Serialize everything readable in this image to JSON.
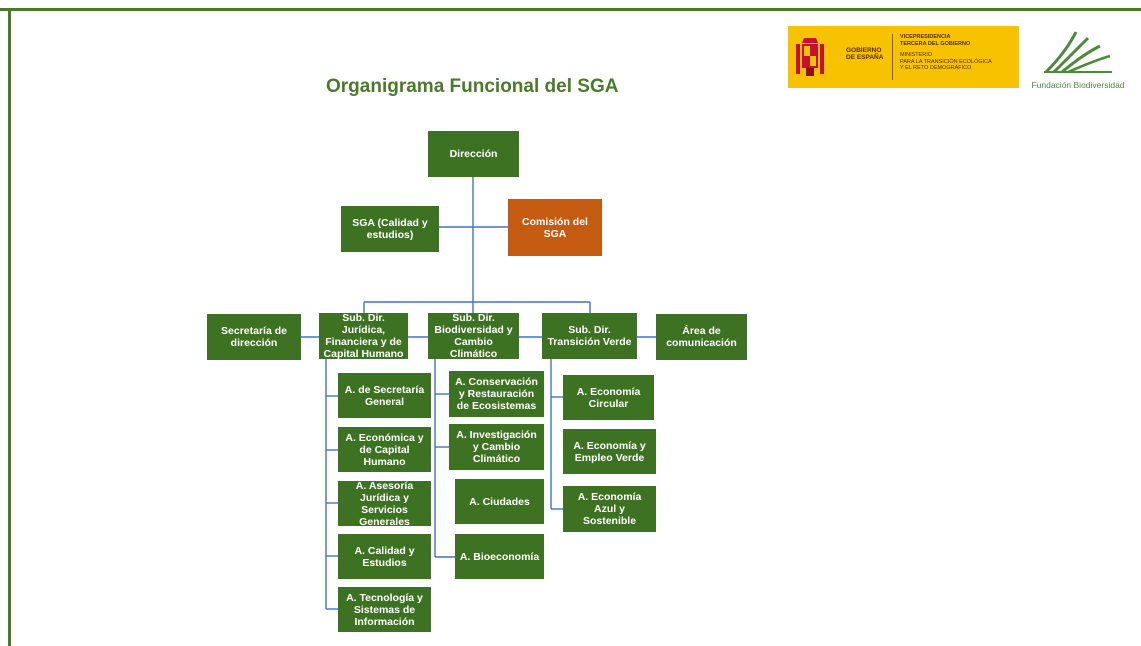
{
  "title": "Organigrama Funcional del SGA",
  "logos": {
    "gobierno": "GOBIERNO\nDE ESPAÑA",
    "vicepresidencia": "VICEPRESIDENCIA\nTERCERA DEL GOBIERNO",
    "ministerio": "MINISTERIO\nPARA LA TRANSICIÓN ECOLÓGICA\nY EL RETO DEMOGRÁFICO",
    "fundacion": "Fundación Biodiversidad"
  },
  "colors": {
    "box_green": "#3e7223",
    "box_orange": "#c55a11",
    "title_green": "#4a7a2a",
    "line_blue": "#4472c4",
    "logo_yellow": "#f7c300"
  },
  "chart": {
    "top": {
      "direccion": "Dirección",
      "sga": "SGA (Calidad y estudios)",
      "comision": "Comisión del SGA"
    },
    "row": {
      "secretaria": "Secretaría de dirección",
      "juridica": "Sub. Dir. Jurídica, Financiera y de Capital Humano",
      "biodiversidad": "Sub. Dir. Biodiversidad y Cambio Climático",
      "transicion": "Sub. Dir. Transición Verde",
      "comunicacion": "Área de comunicación"
    },
    "juridica_areas": [
      "A. de Secretaría General",
      "A. Económica y de Capital Humano",
      "A. Asesoría Jurídica y Servicios Generales",
      "A. Calidad y Estudios",
      "A. Tecnología y Sistemas de Información"
    ],
    "biodiversidad_areas": [
      "A. Conservación y Restauración de Ecosistemas",
      "A. Investigación y Cambio Climático",
      "A. Ciudades",
      "A. Bioeconomía"
    ],
    "transicion_areas": [
      "A. Economía Circular",
      "A. Economía y Empleo Verde",
      "A. Economía Azul y Sostenible"
    ]
  }
}
